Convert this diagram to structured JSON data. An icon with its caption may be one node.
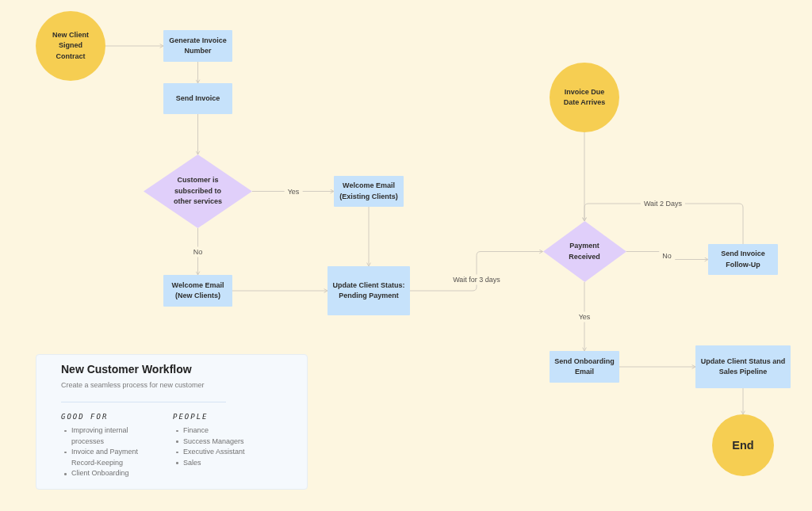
{
  "diagram": {
    "nodes": [
      {
        "text": [
          "New Client Signed Contract"
        ]
      },
      {
        "text": [
          "Generate Invoice Number"
        ]
      },
      {
        "text": [
          "Send Invoice"
        ]
      },
      {
        "text": [
          "Customer is subscribed to other services"
        ]
      },
      {
        "text": [
          "Welcome Email (Existing Clients)"
        ]
      },
      {
        "text": [
          "Welcome Email (New Clients)"
        ]
      },
      {
        "text": [
          "Update Client Status: Pending Payment"
        ]
      },
      {
        "text": [
          "Invoice Due Date Arrives"
        ]
      },
      {
        "text": [
          "Payment Received"
        ]
      },
      {
        "text": [
          "Send Invoice Follow-Up"
        ]
      },
      {
        "text": [
          "Send Onboarding Email"
        ]
      },
      {
        "text": [
          "Update Client Status and Sales Pipeline"
        ]
      },
      {
        "text": [
          "End"
        ]
      },
      {
        "text": [
          "New Customer Workflow",
          "Create a seamless process for new customer",
          "GOOD FOR",
          "Improving internal processes",
          "Invoice and Payment Record-Keeping",
          "Client Onboarding",
          "PEOPLE",
          "Finance",
          "Success Managers",
          "Executive Assistant",
          "Sales"
        ]
      }
    ],
    "edges": [
      {
        "from": 0,
        "to": 1,
        "arrow": "to"
      },
      {
        "from": 1,
        "to": 2,
        "arrow": "to"
      },
      {
        "from": 2,
        "to": 3,
        "arrow": "to"
      },
      {
        "from": 3,
        "to": 4,
        "arrow": "to",
        "label": "Yes"
      },
      {
        "from": 3,
        "to": 5,
        "arrow": "to",
        "label": "No"
      },
      {
        "from": 4,
        "to": 6,
        "arrow": "to"
      },
      {
        "from": 5,
        "to": 6,
        "arrow": "to"
      },
      {
        "from": 6,
        "to": 8,
        "arrow": "to",
        "label": "Wait for 3 days"
      },
      {
        "from": 7,
        "to": 8,
        "arrow": "to"
      },
      {
        "from": 8,
        "to": 9,
        "arrow": "to",
        "label": "No"
      },
      {
        "from": 9,
        "to": 8,
        "arrow": "to",
        "label": "Wait 2 Days"
      },
      {
        "from": 8,
        "to": 10,
        "arrow": "to",
        "label": "Yes"
      },
      {
        "from": 10,
        "to": 11,
        "arrow": "to"
      },
      {
        "from": 11,
        "to": 12,
        "arrow": "to"
      }
    ]
  }
}
